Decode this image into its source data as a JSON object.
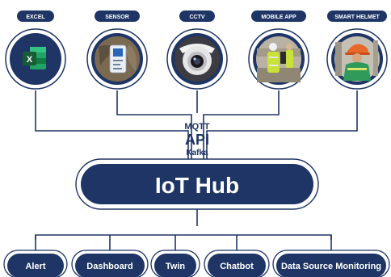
{
  "sources": [
    {
      "label": "EXCEL",
      "icon": "excel-icon"
    },
    {
      "label": "SENSOR",
      "icon": "sensor-device-photo"
    },
    {
      "label": "CCTV",
      "icon": "cctv-camera-photo"
    },
    {
      "label": "MOBILE APP",
      "icon": "worker-tablet-photo"
    },
    {
      "label": "SMART HELMET",
      "icon": "worker-helmet-photo"
    }
  ],
  "protocols": {
    "top": "MQTT",
    "main": "API",
    "bottom": "Kafka"
  },
  "hub": {
    "title": "IoT Hub"
  },
  "outputs": [
    {
      "label": "Alert"
    },
    {
      "label": "Dashboard"
    },
    {
      "label": "Twin"
    },
    {
      "label": "Chatbot"
    },
    {
      "label": "Data Source Monitoring"
    }
  ],
  "colors": {
    "navy": "#1e3565",
    "line": "#1e3565",
    "excel_green": "#1d7a45"
  }
}
